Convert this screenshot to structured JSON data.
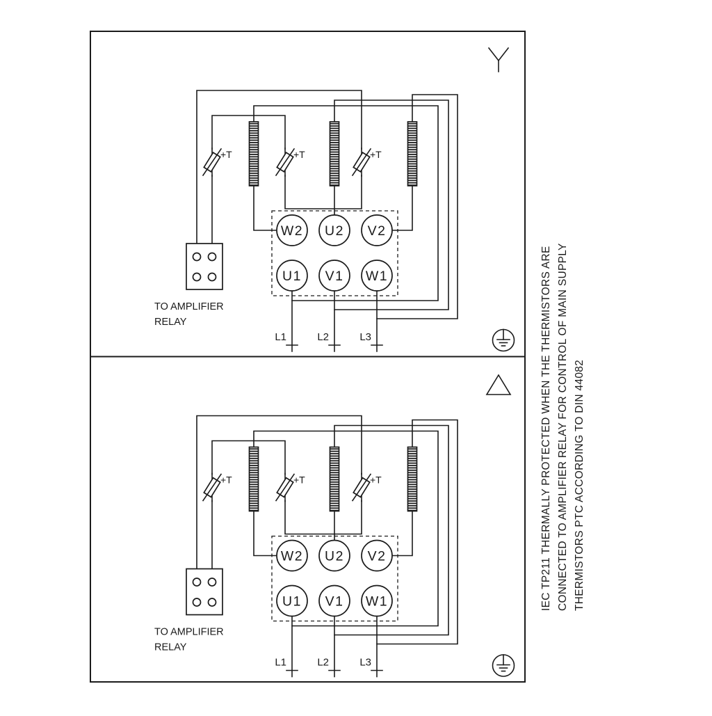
{
  "diagram": {
    "background": "#ffffff",
    "line_color": "#1b1b1b",
    "panels": [
      {
        "name": "star-connection",
        "symbol": "wye"
      },
      {
        "name": "delta-connection",
        "symbol": "delta"
      }
    ],
    "icons": {
      "star": "wye-connection-symbol",
      "delta": "delta-connection-symbol",
      "ground": "protective-earth-symbol",
      "thermistor": "ptc-thermistor-symbol",
      "winding": "motor-winding-coil"
    },
    "terminal_labels": {
      "top": [
        "W2",
        "U2",
        "V2"
      ],
      "bottom": [
        "U1",
        "V1",
        "W1"
      ]
    },
    "supply_labels": [
      "L1",
      "L2",
      "L3"
    ],
    "thermistor_label": "+T",
    "amplifier_note": [
      "TO AMPLIFIER",
      "RELAY"
    ],
    "side_note": [
      "IEC TP211 THERMALLY PROTECTED WHEN THE THERMISTORS ARE",
      "CONNECTED TO AMPLIFIER RELAY FOR CONTROL OF MAIN SUPPLY",
      "THERMISTORS PTC ACCORDING TO DIN 44082"
    ]
  }
}
